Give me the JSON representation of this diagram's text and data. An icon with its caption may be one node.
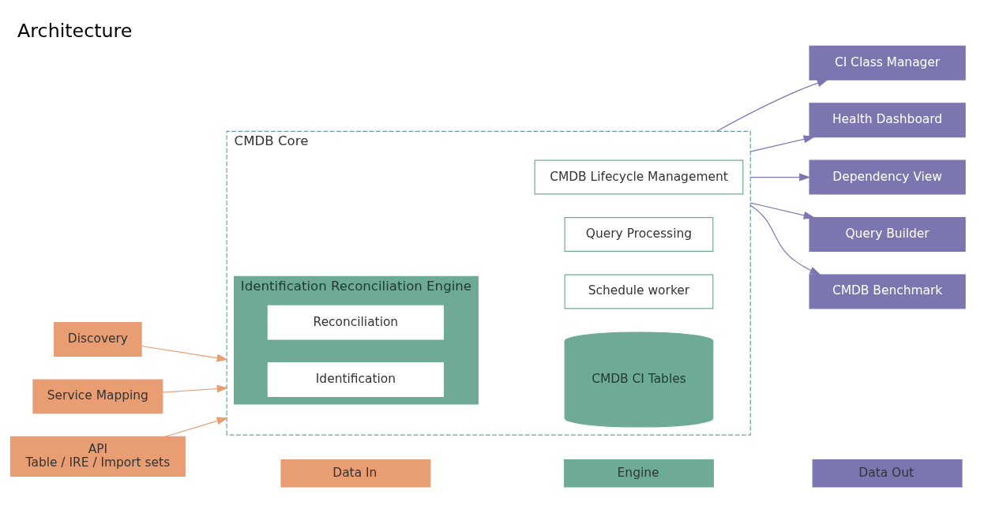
{
  "diagram": {
    "title": "Architecture",
    "nodes": [
      {
        "text": [
          "Discovery"
        ]
      },
      {
        "text": [
          "Service Mapping"
        ]
      },
      {
        "text": [
          "API",
          "Table / IRE / Import sets"
        ]
      },
      {
        "text": [
          "CMDB Core"
        ]
      },
      {
        "text": [
          "Identification Reconciliation Engine"
        ],
        "in": 3
      },
      {
        "text": [
          "Identification"
        ],
        "in": 4
      },
      {
        "text": [
          "Reconciliation"
        ],
        "in": 4
      },
      {
        "text": [
          "CMDB CI Tables"
        ],
        "in": 3
      },
      {
        "text": [
          "Schedule worker"
        ],
        "in": 3
      },
      {
        "text": [
          "Query Processing"
        ],
        "in": 3
      },
      {
        "text": [
          "CMDB Lifecycle Management"
        ],
        "in": 3
      },
      {
        "text": [
          "CI Class Manager"
        ]
      },
      {
        "text": [
          "Health Dashboard"
        ]
      },
      {
        "text": [
          "Dependency View"
        ]
      },
      {
        "text": [
          "Query Builder"
        ]
      },
      {
        "text": [
          "CMDB Benchmark"
        ]
      }
    ],
    "edges": [
      {
        "from": 0,
        "to": 3,
        "arrow": "to",
        "color": "#e89d72"
      },
      {
        "from": 1,
        "to": 3,
        "arrow": "to",
        "color": "#e89d72"
      },
      {
        "from": 2,
        "to": 3,
        "arrow": "to",
        "color": "#e89d72"
      },
      {
        "from": 3,
        "to": 11,
        "arrow": "to"
      },
      {
        "from": 3,
        "to": 12,
        "arrow": "to"
      },
      {
        "from": 3,
        "to": 13,
        "arrow": "to"
      },
      {
        "from": 3,
        "to": 14,
        "arrow": "to"
      },
      {
        "from": 3,
        "to": 15,
        "arrow": "to"
      }
    ],
    "legend": [
      {
        "text": "Data In",
        "color": "#e89d72"
      },
      {
        "text": "Engine",
        "color": "#6fab94"
      },
      {
        "text": "Data Out",
        "color": "#7b76b0"
      }
    ]
  }
}
